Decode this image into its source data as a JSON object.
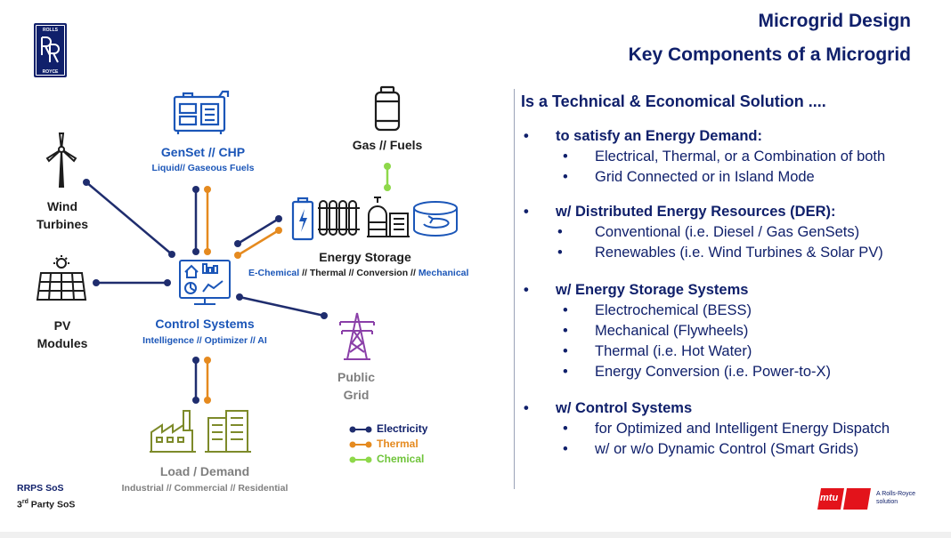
{
  "header": {
    "title": "Microgrid  Design",
    "subtitle": "Key Components of a Microgrid"
  },
  "logo": {
    "line1": "ROLLS",
    "line2": "ROYCE"
  },
  "diagram": {
    "genset": {
      "title": "GenSet // CHP",
      "subtitle": "Liquid// Gaseous Fuels"
    },
    "gas": {
      "title": "Gas // Fuels"
    },
    "wind": {
      "line1": "Wind",
      "line2": "Turbines"
    },
    "pv": {
      "line1": "PV",
      "line2": "Modules"
    },
    "storage": {
      "title": "Energy Storage",
      "sub_a": "E-Chemical",
      "sub_b": " // Thermal // Conversion // ",
      "sub_c": "Mechanical"
    },
    "control": {
      "title": "Control Systems",
      "subtitle": "Intelligence // Optimizer // AI"
    },
    "grid": {
      "line1": "Public",
      "line2": "Grid"
    },
    "load": {
      "title": "Load / Demand",
      "subtitle": "Industrial // Commercial // Residential"
    },
    "legend": [
      {
        "label": "Electricity",
        "color": "#1f2d6e"
      },
      {
        "label": "Thermal",
        "color": "#e58a1f"
      },
      {
        "label": "Chemical",
        "color": "#8ed84a"
      }
    ]
  },
  "right": {
    "heading": "Is a Technical & Economical Solution ....",
    "sections": [
      {
        "title": "to satisfy an Energy Demand:",
        "items": [
          "Electrical, Thermal, or a Combination of both",
          "Grid Connected or in Island Mode"
        ]
      },
      {
        "title": "w/ Distributed Energy Resources (DER):",
        "items": [
          "Conventional (i.e. Diesel / Gas GenSets)",
          "Renewables (i.e. Wind Turbines & Solar PV)"
        ]
      },
      {
        "title": "w/ Energy Storage Systems",
        "items": [
          "Electrochemical (BESS)",
          "Mechanical (Flywheels)",
          "Thermal (i.e. Hot Water)",
          "Energy Conversion (i.e. Power-to-X)"
        ]
      },
      {
        "title": "w/ Control Systems",
        "items": [
          "for Optimized and Intelligent Energy Dispatch",
          "w/ or w/o Dynamic Control (Smart Grids)"
        ]
      }
    ]
  },
  "footer": {
    "rrps": "RRPS SoS",
    "third_num": "3",
    "third_sup": "rd",
    "third_rest": " Party SoS",
    "mtu": "mtu",
    "tagline1": "A Rolls-Royce",
    "tagline2": "solution"
  },
  "colors": {
    "navy": "#10206b",
    "blue": "#1b56b8",
    "electricity": "#1f2d6e",
    "thermal": "#e58a1f",
    "chemical": "#8ed84a",
    "grid": "#8a3fa8",
    "load": "#7d8a2a",
    "mtu_red": "#e3131b"
  },
  "icons": [
    "rolls-royce-logo",
    "genset-icon",
    "gas-cylinder-icon",
    "wind-turbine-icon",
    "solar-panel-icon",
    "battery-icon",
    "radiator-icon",
    "conversion-plant-icon",
    "flywheel-icon",
    "control-system-icon",
    "transmission-tower-icon",
    "factory-icon",
    "building-icon",
    "mtu-logo"
  ]
}
